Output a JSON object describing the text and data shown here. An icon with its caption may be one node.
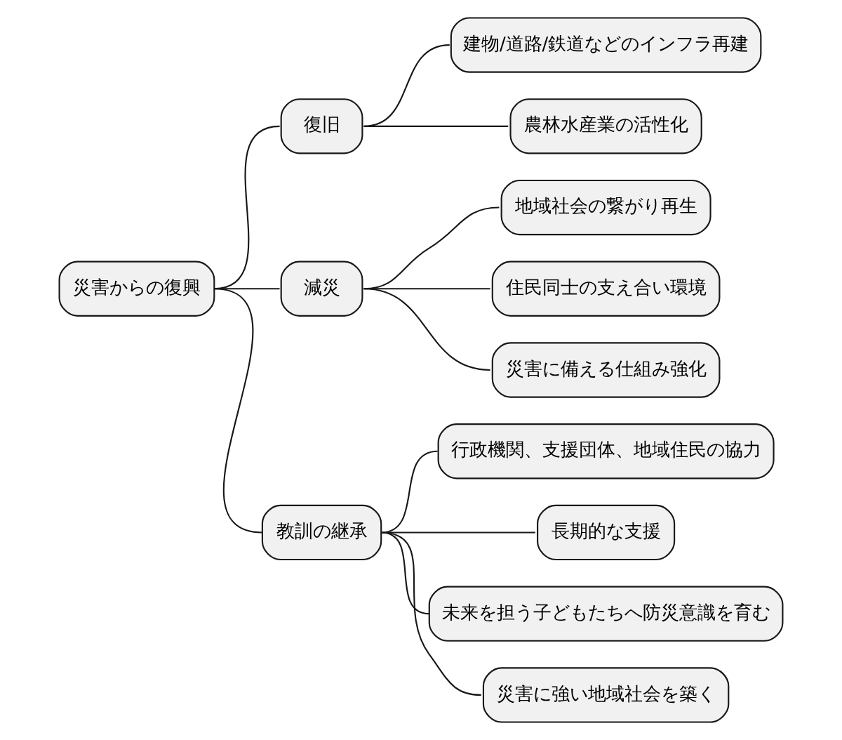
{
  "diagram": {
    "nodes": [
      {
        "text": [
          "災害からの復興"
        ]
      },
      {
        "text": [
          "復旧"
        ]
      },
      {
        "text": [
          "建物/道路/鉄道などのインフラ再建"
        ]
      },
      {
        "text": [
          "農林水産業の活性化"
        ]
      },
      {
        "text": [
          "減災"
        ]
      },
      {
        "text": [
          "地域社会の繋がり再生"
        ]
      },
      {
        "text": [
          "住民同士の支え合い環境"
        ]
      },
      {
        "text": [
          "災害に備える仕組み強化"
        ]
      },
      {
        "text": [
          "教訓の継承"
        ]
      },
      {
        "text": [
          "行政機関、支援団体、地域住民の協力"
        ]
      },
      {
        "text": [
          "長期的な支援"
        ]
      },
      {
        "text": [
          "未来を担う子どもたちへ防災意識を育む"
        ]
      },
      {
        "text": [
          "災害に強い地域社会を築く"
        ]
      }
    ],
    "edges": [
      {
        "from": 0,
        "to": 1,
        "arrow": "none"
      },
      {
        "from": 1,
        "to": 2,
        "arrow": "none"
      },
      {
        "from": 1,
        "to": 3,
        "arrow": "none"
      },
      {
        "from": 0,
        "to": 4,
        "arrow": "none"
      },
      {
        "from": 4,
        "to": 5,
        "arrow": "none"
      },
      {
        "from": 4,
        "to": 6,
        "arrow": "none"
      },
      {
        "from": 4,
        "to": 7,
        "arrow": "none"
      },
      {
        "from": 0,
        "to": 8,
        "arrow": "none"
      },
      {
        "from": 8,
        "to": 9,
        "arrow": "none"
      },
      {
        "from": 8,
        "to": 10,
        "arrow": "none"
      },
      {
        "from": 8,
        "to": 11,
        "arrow": "none"
      },
      {
        "from": 8,
        "to": 12,
        "arrow": "none"
      }
    ]
  }
}
